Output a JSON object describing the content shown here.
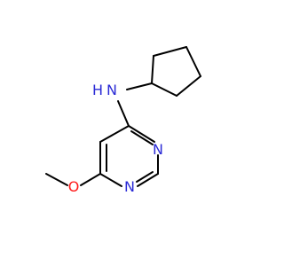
{
  "molecule": {
    "atoms": {
      "nh": "N",
      "h": "H",
      "n_top": "N",
      "n_bottom": "N",
      "o": "O"
    },
    "colors": {
      "nitrogen": "#2b2bd6",
      "oxygen": "#ff1a1a",
      "bond": "#000000",
      "background": "#ffffff"
    }
  }
}
